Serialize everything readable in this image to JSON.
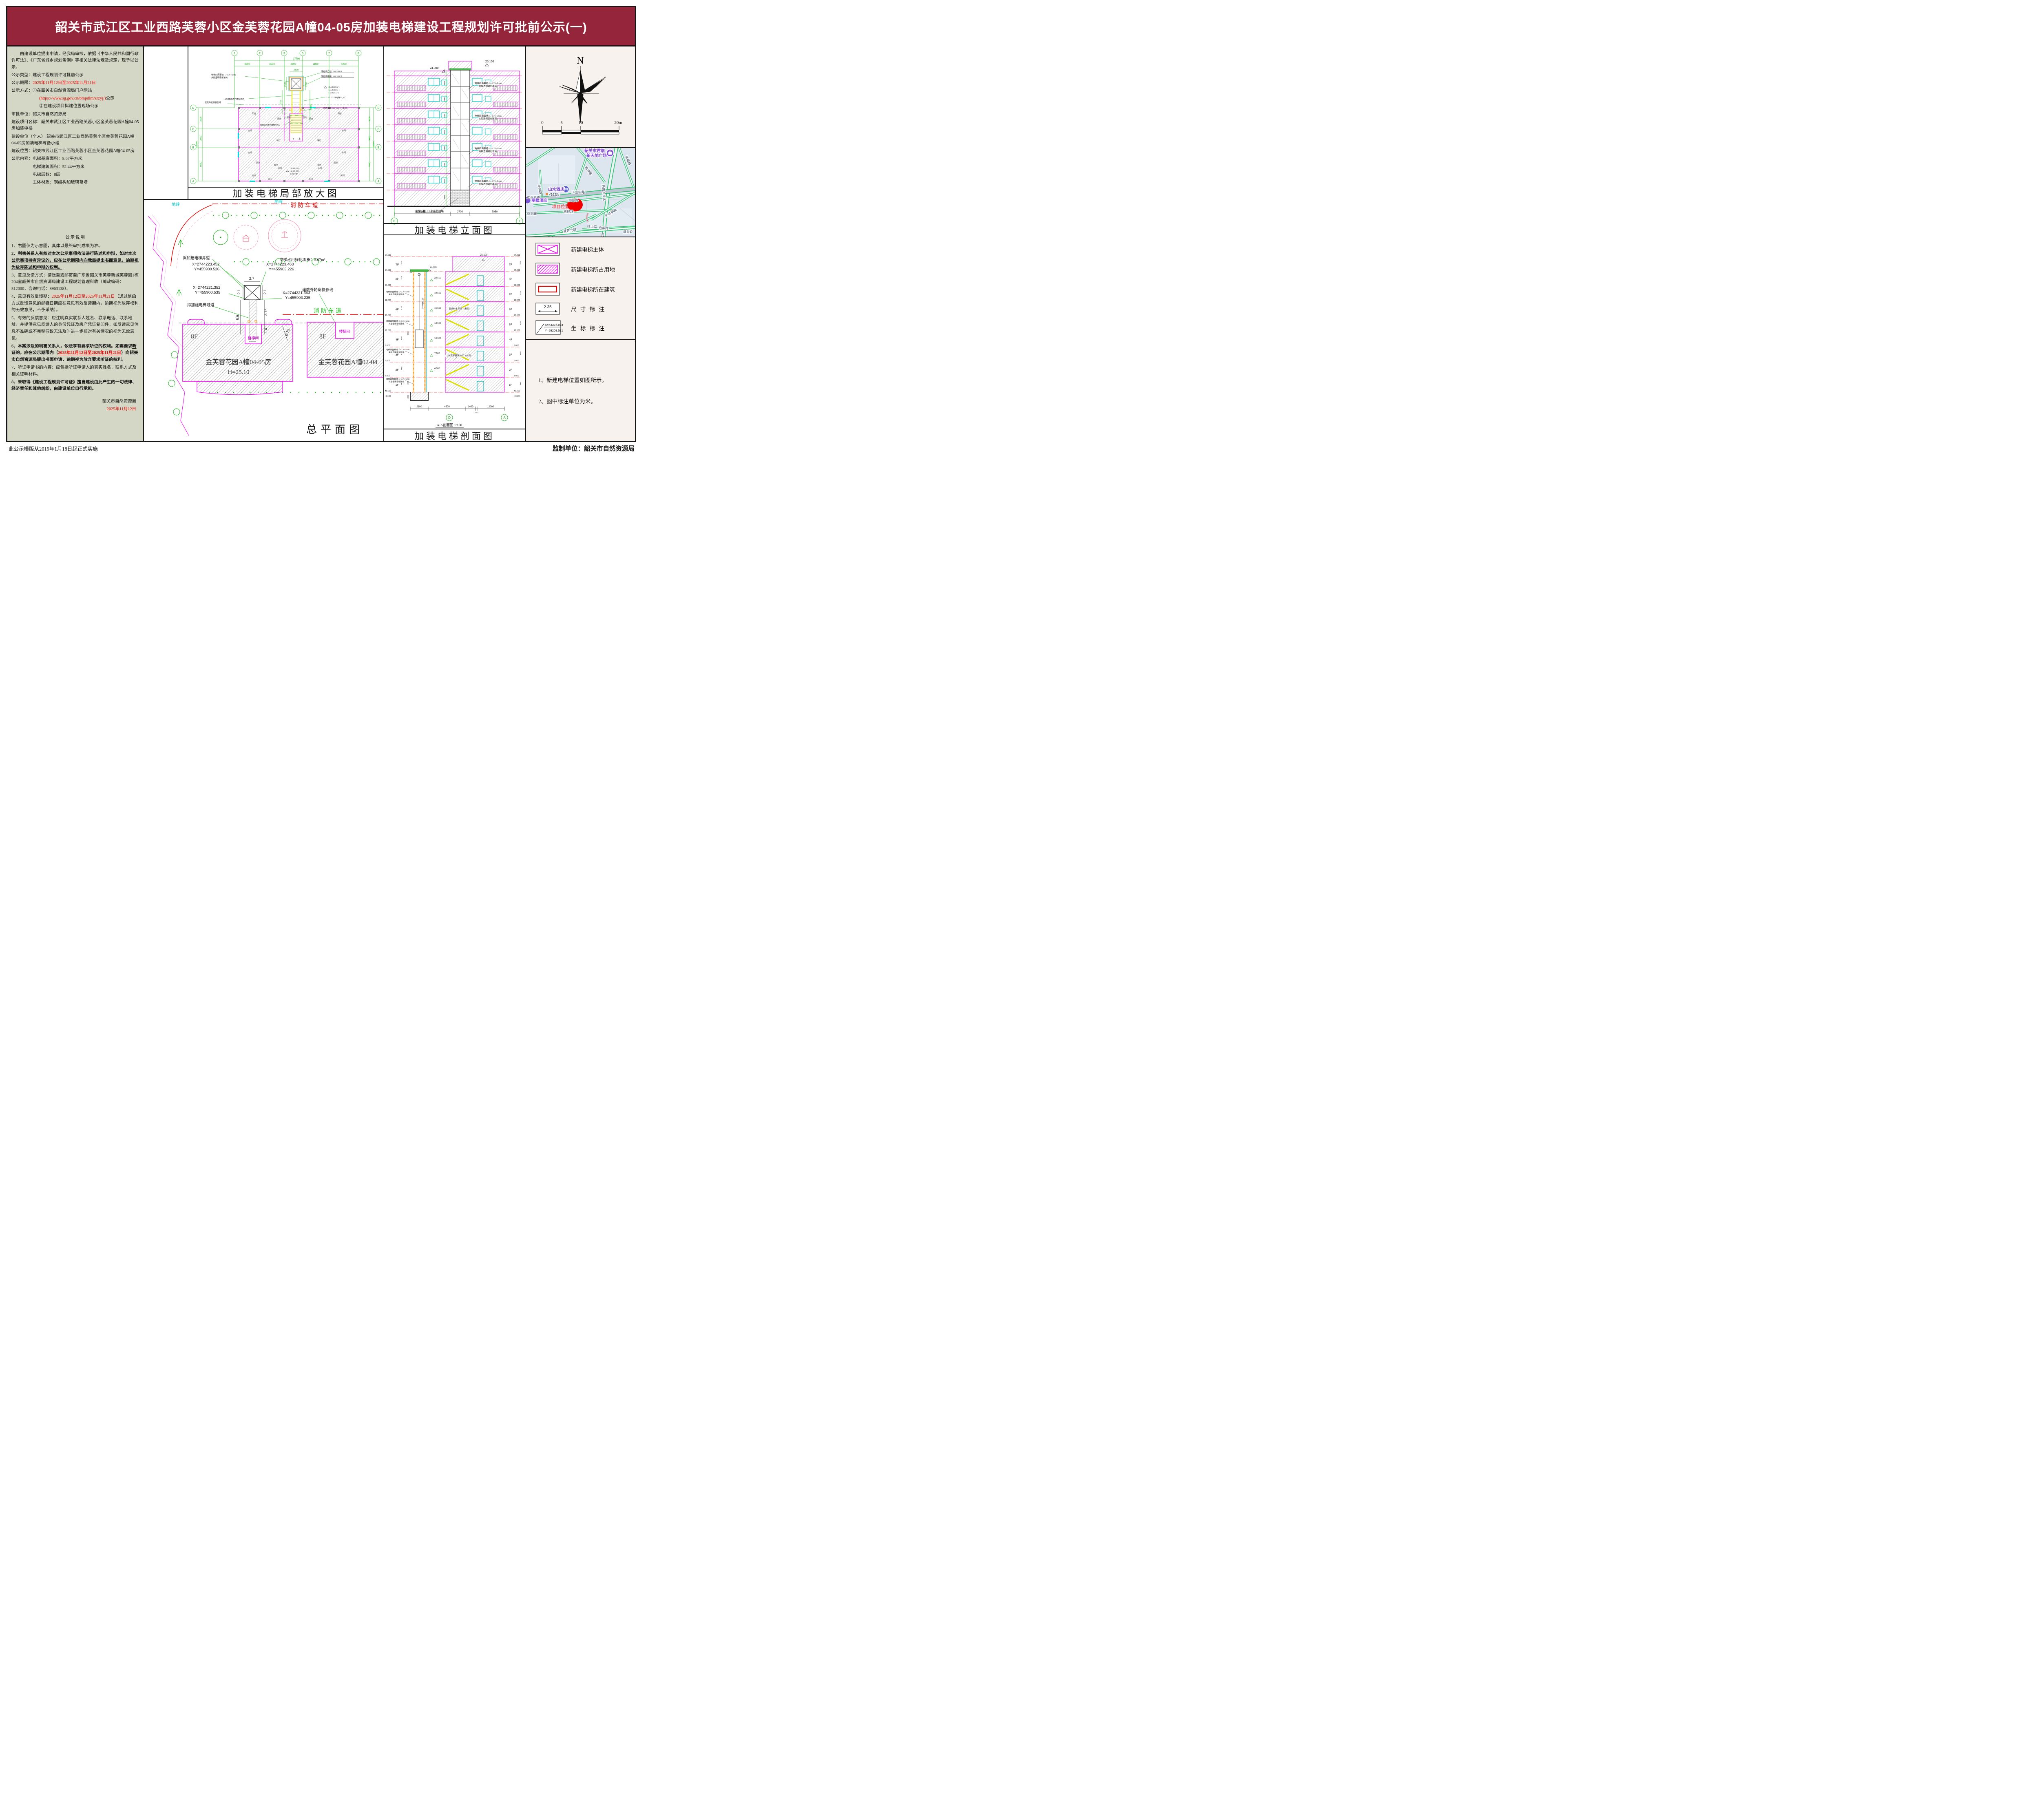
{
  "title": {
    "text": "韶关市武江区工业西路芙蓉小区金芙蓉花园A幢04-05房加装电梯建设工程规划许可批前公示(一)"
  },
  "notice": {
    "paragraphs": [
      {
        "cls": "ind",
        "s": [
          {
            "t": "由建设单位提出申请，经我局审核，依据《中华人民共和国行政许可法》、《广东省城乡规划条例》等相关法律法规及规定，现予以公示。"
          }
        ]
      },
      {
        "cls": "",
        "s": [
          {
            "t": "公示类型：建设工程规划许可批前公示"
          }
        ]
      },
      {
        "cls": "",
        "s": [
          {
            "t": "公示期限："
          },
          {
            "t": "2025年11月12日至2025年11月21日",
            "red": true
          }
        ]
      },
      {
        "cls": "",
        "s": [
          {
            "t": "公示方式：①在韶关市自然资源局门户网站"
          }
        ]
      },
      {
        "cls": "sub",
        "s": [
          {
            "t": "(https://www.sg.gov.cn/bmpdlm/zrzyj/)",
            "red": true
          },
          {
            "t": "公示"
          }
        ]
      },
      {
        "cls": "sub",
        "s": [
          {
            "t": "②在建设项目拟建位置现场公示"
          }
        ]
      },
      {
        "cls": "",
        "s": [
          {
            "t": "审批单位：韶关市自然资源局"
          }
        ]
      },
      {
        "cls": "",
        "s": [
          {
            "t": "建设项目名称：韶关市武江区工业西路芙蓉小区金芙蓉花园A幢04-05房加装电梯"
          }
        ]
      },
      {
        "cls": "",
        "s": [
          {
            "t": "建设单位（个人）:韶关市武江区工业西路芙蓉小区金芙蓉花园A幢04-05房加装电梯筹备小组"
          }
        ]
      },
      {
        "cls": "",
        "s": [
          {
            "t": "建设位置：韶关市武江区工业西路芙蓉小区金芙蓉花园A幢04-05房"
          }
        ]
      },
      {
        "cls": "",
        "s": [
          {
            "t": "公示内容：电梯基底面积：5.67平方米"
          }
        ]
      },
      {
        "cls": "hang",
        "s": [
          {
            "t": "电梯建筑面积：52.44平方米"
          }
        ]
      },
      {
        "cls": "hang",
        "s": [
          {
            "t": "电梯层数：8层"
          }
        ]
      },
      {
        "cls": "hang",
        "s": [
          {
            "t": "主体材质：钢结构加玻璃幕墙"
          }
        ]
      },
      {
        "cls": "hdr",
        "s": [
          {
            "t": "公示说明"
          }
        ]
      },
      {
        "cls": "",
        "s": [
          {
            "t": "1、右图仅为示意图，具体以最终审批成果为准。"
          }
        ]
      },
      {
        "cls": "",
        "s": [
          {
            "t": "2、利害关系人有权对本次公示事项依法进行陈述和申辩，如对本次公示事项持有异议的，应在公示期限内向我局提出书面意见，逾期视为放弃陈述和申辩的权利。",
            "b": true,
            "u": true
          }
        ]
      },
      {
        "cls": "",
        "s": [
          {
            "t": "3、意见反馈方式：请送至或邮寄至广东省韶关市芙蓉新城芙蓉园1栋204室韶关市自然资源局建设工程规划管理科收（邮政编码：512000，咨询电话：8963138）。"
          }
        ]
      },
      {
        "cls": "",
        "s": [
          {
            "t": "4、意见有效反馈期："
          },
          {
            "t": "2025年11月12日至2025年11月21日",
            "red": true
          },
          {
            "t": "（通过信函方式反馈意见的邮戳日期应在意见有效反馈期内，逾期视为放弃权利的无效意见，不予采纳）。"
          }
        ]
      },
      {
        "cls": "",
        "s": [
          {
            "t": "5、有效的反馈意见：应注明真实联系人姓名、联系电话、联系地址，并提供意见反馈人的身份凭证及房产凭证复印件，如反馈意见信息不准确或不完整导致无法及时进一步核对有关情况的视为无效意见。"
          }
        ]
      },
      {
        "cls": "",
        "s": [
          {
            "t": "6、本案涉及的利害关系人，依法享有要求听证的权利。如需要求",
            "b": true
          },
          {
            "t": "听证的，应在公示期限内（",
            "b": true,
            "u": true
          },
          {
            "t": "2025年11月12日至2025年11月21日",
            "b": true,
            "u": true,
            "red": true
          },
          {
            "t": "）向",
            "b": true,
            "u": true
          },
          {
            "t": "韶关市自然资源局提出书面申请，逾期视为放弃要求听证的权利。",
            "b": true,
            "u": true
          }
        ]
      },
      {
        "cls": "",
        "s": [
          {
            "t": "7、听证申请书的内容：应包括听证申请人的真实姓名，联系方式及相关证明材料。"
          }
        ]
      },
      {
        "cls": "",
        "s": [
          {
            "t": "8、未取得《建设工程规划许可证》擅自建设由此产生的一切法律、经济责任和其他纠纷，由建设单位自行承担。",
            "b": true
          }
        ]
      },
      {
        "cls": "sigr sig1",
        "s": [
          {
            "t": "韶关市自然资源局"
          }
        ]
      },
      {
        "cls": "sigr",
        "s": [
          {
            "t": "2025年11月12日",
            "red": true
          }
        ]
      }
    ]
  },
  "fp": {
    "caption": "加装电梯局部放大图",
    "t17700": "17700",
    "dims": [
      "3600",
      "3500",
      "2600",
      "3800",
      "4200"
    ],
    "bubbles": [
      "1",
      "2",
      "3",
      "5",
      "7",
      "8"
    ],
    "sideB": [
      "D",
      "C",
      "B",
      "A"
    ],
    "s3500": "3500",
    "s3000": "3000",
    "s5500": "5500",
    "s12000": "12000",
    "curtain1": "电梯四周幕墙: 5+0.76+5mm",
    "curtain2": "夹胶透明钢化玻璃",
    "col": "钢结构立柱: 180*180*6",
    "beam": "钢结构横梁: 180*100*5",
    "lv75": "19.500 (7.5F)",
    "lv55": "13.500 (5.5F)",
    "lv35": "7.500 (3.5F)",
    "exits": "3.5/5.5/7.5F电梯出入口",
    "passcol": "过道立柱: 180*180*6 (余同)",
    "rail": "1.2米高通透不锈钢护栏",
    "outline": "建筑外轮廓投影线",
    "demolish": "拆除墙体改为电梯出入口",
    "down": "下",
    "up": "上",
    "f7": "18.000 (7F)",
    "f5": "12.000 (5F)",
    "f3": "6.000 (3F)",
    "d2700": "2700",
    "d2100": "2100",
    "d3750": "3750",
    "d5900": "5900",
    "d180": "180",
    "d1640": "1640",
    "d700": "700",
    "d750": "750",
    "d600": "600",
    "d1200": "1200",
    "rooms": [
      "阳台",
      "厨房",
      "厕所",
      "房间",
      "餐厅",
      "客厅",
      "05房",
      "04房",
      "楼梯间"
    ]
  },
  "el": {
    "caption": "加装电梯立面图",
    "e25": "25.100",
    "e24": "24.000",
    "cur1": "电梯四面幕墙: 5+0.76+5mm",
    "cur2": "夹胶透明钢化玻璃",
    "base": "电梯一楼: 2.0米高防撞墙",
    "d7950": "7950",
    "d2700": "2700",
    "d7050": "7050",
    "b8": "8",
    "b1": "1",
    "v2000": "2000",
    "v100": "100"
  },
  "se": {
    "caption": "加装电梯剖面图",
    "sub": "A-A剖面图  1:100",
    "floors": [
      "TF",
      "8F",
      "7F",
      "6F",
      "5F",
      "4F",
      "3F",
      "2F",
      "1F"
    ],
    "ev": [
      "27.000",
      "24.000",
      "21.000",
      "18.000",
      "15.000",
      "12.000",
      "9.000",
      "6.000",
      "3.000",
      "±0.000",
      "-0.100"
    ],
    "d3000": "3000",
    "lnd": [
      "22.500",
      "19.500",
      "16.500",
      "13.500",
      "10.500",
      "7.500",
      "4.500"
    ],
    "e251": "25.100",
    "e24": "24.000",
    "cur1": "电梯四面幕墙: 5+0.76+5mm",
    "cur2": "夹胶透明钢化玻璃",
    "beam": "钢结构支撑梁（余同）",
    "rail": "1.2米高不锈钢护栏（余同）",
    "dims": [
      "2100",
      "4500",
      "1400",
      "100",
      "12000"
    ],
    "bD": "D",
    "bA": "A",
    "v2200": "2200",
    "v1900": "1900",
    "v2000": "2000",
    "v100": "100",
    "door": "2100电梯门高"
  },
  "sp": {
    "caption": "总平面图",
    "fire": "消防车道",
    "tile": "地砖",
    "c1x": "X=2744223.452",
    "c1y": "Y=455900.526",
    "c2x": "X=2744223.463",
    "c2y": "Y=455903.226",
    "c3x": "X=2744221.352",
    "c3y": "Y=455900.535",
    "c4x": "X=2744221.363",
    "c4y": "Y=455903.235",
    "shaft": "拟加建电梯井道",
    "green": "电梯占用绿化面积：5.67m²",
    "pass": "拟加建电梯过道",
    "outline": "建筑外轮廓投影线",
    "d27": "2.7",
    "d21": "2.1",
    "d375": "3.75",
    "d59": "5.9",
    "d14": "1.4",
    "d12": "1.2",
    "d075": "0.75",
    "b1": "金芙蓉花园A幢04-05房",
    "b1h": "H=25.10",
    "b2": "金芙蓉花园A幢02-04",
    "f8": "8F",
    "stair": "楼梯间"
  },
  "cp": {
    "n": "N",
    "s0": "0",
    "s5": "5",
    "s10": "10",
    "s20": "20m"
  },
  "map": {
    "labels": [
      "韶关市君临",
      "新天地广场",
      "幸福路",
      "西冲路",
      "沙湖路",
      "山水酒店",
      "¥162起",
      "工业西路",
      "工业中路",
      "丹霞大道北",
      "如意路",
      "丽枫酒店",
      "项目位置",
      "茶亭脚",
      "吉祥路",
      "头茶亭路",
      "环山路",
      "怡华路",
      "芙蓉北路",
      "津头岭",
      "丹"
    ]
  },
  "lg": {
    "items": [
      "新建电梯主体",
      "新建电梯所占用地",
      "新建电梯所在建筑",
      "尺 寸 标 注",
      "坐 标 标 注"
    ],
    "dim": "2.35",
    "cx": "X=43337.034",
    "cy": "Y=58209.521"
  },
  "nt": {
    "n1": "1、新建电梯位置如图所示。",
    "n2": "2、图中标注单位为米。"
  },
  "footer": {
    "left": "此公示模版从2019年1月18日起正式实施",
    "right": "监制单位：韶关市自然资源局"
  }
}
